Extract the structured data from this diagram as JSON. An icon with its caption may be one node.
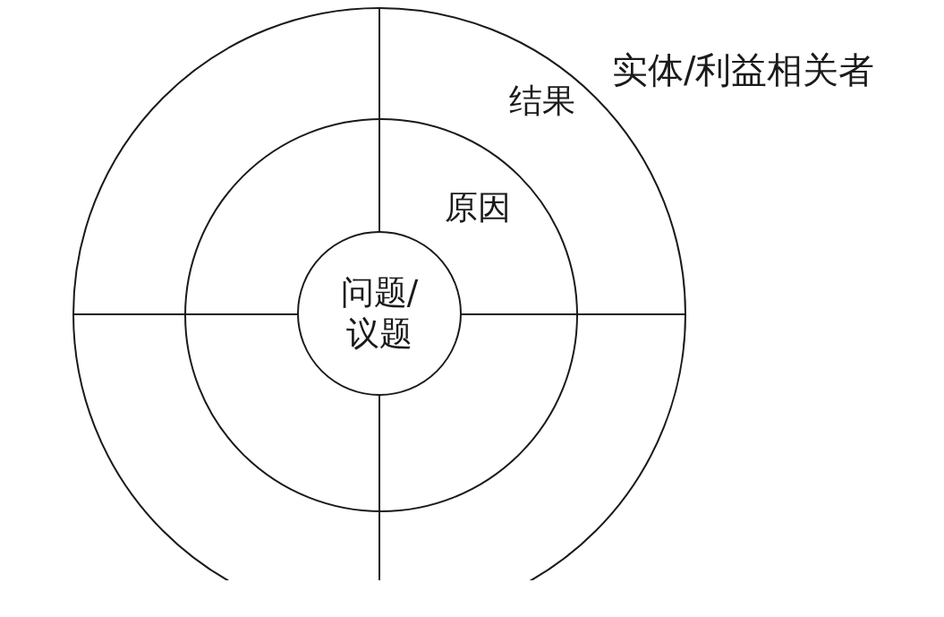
{
  "diagram": {
    "nodes": [
      {
        "text": [
          "结果"
        ]
      },
      {
        "text": [
          "原因"
        ],
        "in": 0
      },
      {
        "text": [
          "问题/议题"
        ],
        "in": 1
      }
    ],
    "labels": [
      "实体/利益相关者"
    ]
  }
}
